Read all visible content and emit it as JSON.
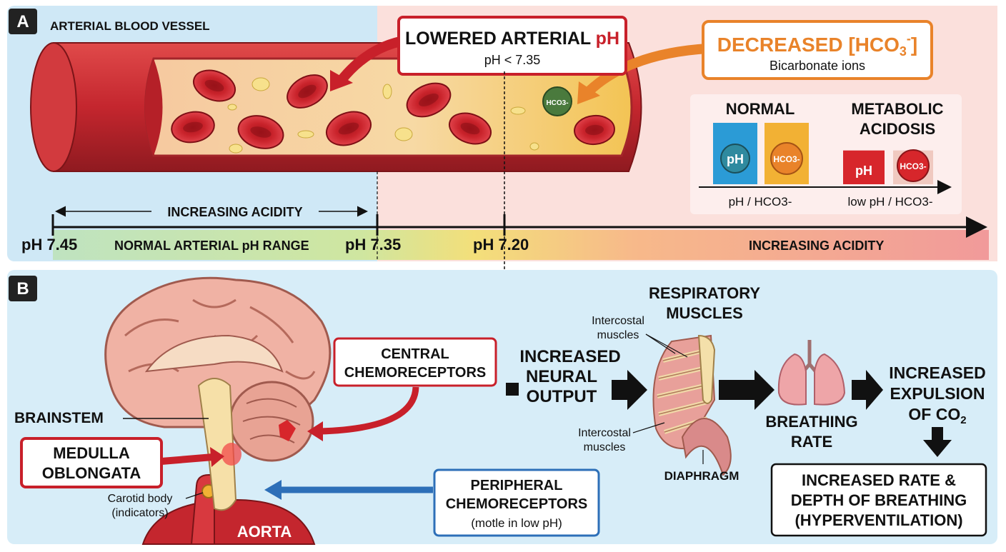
{
  "panel_a": {
    "letter": "A",
    "vessel_title": "ARTERIAL BLOOD VESSEL",
    "ph_callout": {
      "title_prefix": "LOWERED ARTERIAL ",
      "title_ph": "pH",
      "sub": "pH < 7.35"
    },
    "hco3_callout": {
      "title_prefix": "DECREASED [HCO",
      "title_sub": "3",
      "title_sup": "-",
      "title_suffix": "]",
      "sub": "Bicarbonate ions"
    },
    "vessel_ion_label": "HCO3-",
    "comparison": {
      "normal_title": "NORMAL",
      "acidosis_line1": "METABOLIC",
      "acidosis_line2": "ACIDOSIS",
      "ph_badge": "pH",
      "hco3_badge": "HCO3-",
      "normal_axis_label": "pH / HCO3-",
      "acidosis_axis_label": "low pH / HCO3-",
      "levels": {
        "normal_ph": 1.0,
        "normal_hco3": 1.0,
        "acidosis_ph": 0.55,
        "acidosis_hco3": 0.55
      }
    },
    "scale": {
      "range_arrow_label": "INCREASING ACIDITY",
      "ph_745": "pH 7.45",
      "normal_range_label": "NORMAL ARTERIAL pH RANGE",
      "ph_735": "pH 7.35",
      "ph_720": "pH 7.20",
      "acidity_label": "INCREASING ACIDITY"
    },
    "colors": {
      "blood": "#c4262e",
      "normal_bar": "#2b9bd6",
      "hco3_bar": "#f2b134",
      "low_ph": "#d7262b",
      "callout_red": "#c8202a",
      "callout_orange": "#e9832a"
    }
  },
  "panel_b": {
    "letter": "B",
    "brainstem_label": "BRAINSTEM",
    "medulla_line1": "MEDULLA",
    "medulla_line2": "OBLONGATA",
    "carotid_line1": "Carotid body",
    "carotid_line2": "(indicators)",
    "aorta_label": "AORTA",
    "central_line1": "CENTRAL",
    "central_line2": "CHEMORECEPTORS",
    "peripheral_line1": "PERIPHERAL",
    "peripheral_line2": "CHEMORECEPTORS",
    "peripheral_line3": "(motle in low pH)",
    "neural_line1": "INCREASED",
    "neural_line2": "NEURAL",
    "neural_line3": "OUTPUT",
    "resp_line1": "RESPIRATORY",
    "resp_line2": "MUSCLES",
    "intercostal_top_line1": "Intercostal",
    "intercostal_top_line2": "muscles",
    "intercostal_bottom_line1": "Intercostal",
    "intercostal_bottom_line2": "muscles",
    "diaphragm_label": "DIAPHRAGM",
    "breathing_line1": "BREATHING",
    "breathing_line2": "RATE",
    "expulsion_line1": "INCREASED",
    "expulsion_line2": "EXPULSION",
    "expulsion_line3": "OF CO",
    "expulsion_sub": "2",
    "result_line1": "INCREASED RATE &",
    "result_line2": "DEPTH OF BREATHING",
    "result_line3": "(HYPERVENTILATION)",
    "colors": {
      "panel_bg": "#d7edf8",
      "central_arrow": "#c8202a",
      "peripheral_arrow": "#2d6fb8",
      "brain": "#f0b2a4",
      "lung": "#eea5a8"
    }
  }
}
